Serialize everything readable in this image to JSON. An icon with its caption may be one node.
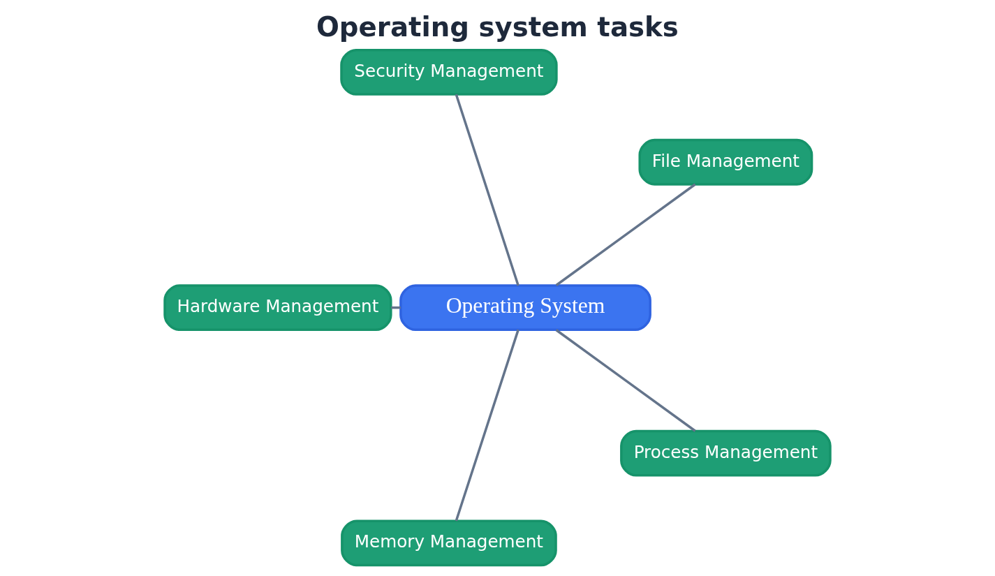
{
  "diagram": {
    "title": "Operating system tasks",
    "nodes": [
      {
        "text": [
          "File Management"
        ]
      },
      {
        "text": [
          "Security Management"
        ]
      },
      {
        "text": [
          "Operating System"
        ]
      },
      {
        "text": [
          "Hardware Management"
        ]
      },
      {
        "text": [
          "Memory Management"
        ]
      },
      {
        "text": [
          "Process Management"
        ]
      }
    ],
    "edges": [
      {
        "from": 2,
        "to": 0,
        "arrow": "none"
      },
      {
        "from": 2,
        "to": 1,
        "arrow": "none"
      },
      {
        "from": 2,
        "to": 3,
        "arrow": "none"
      },
      {
        "from": 2,
        "to": 4,
        "arrow": "none"
      },
      {
        "from": 2,
        "to": 5,
        "arrow": "none"
      }
    ]
  }
}
